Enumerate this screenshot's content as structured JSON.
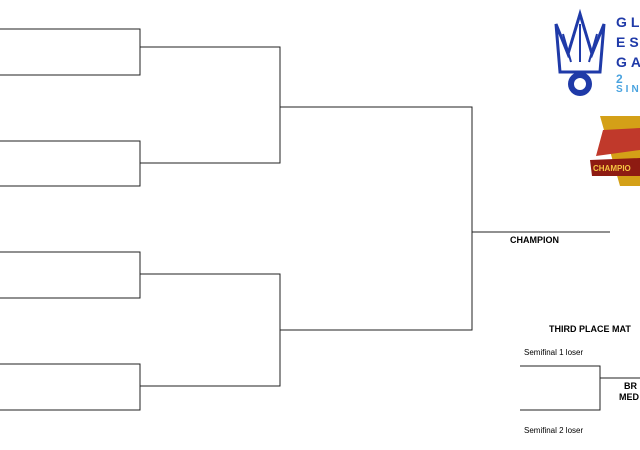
{
  "bracket": {
    "champion_label": "CHAMPION",
    "third_place_label": "THIRD PLACE MAT",
    "semifinal_1_loser": "Semifinal 1 loser",
    "semifinal_2_loser": "Semifinal 2 loser",
    "bronze_line1": "BR",
    "bronze_line2": "MED"
  },
  "logos": {
    "esports_logo": {
      "lines": [
        "GL",
        "ES",
        "GA",
        "2",
        "SIN"
      ],
      "color": "#1f3aa8",
      "icon": "trident-crest-icon"
    },
    "game_logo": {
      "text": "CHAMPIO",
      "icon": "street-fighter-v-logo-icon",
      "color": "#c0392b"
    }
  },
  "colors": {
    "line": "#222222",
    "accent": "#1f3aa8"
  }
}
